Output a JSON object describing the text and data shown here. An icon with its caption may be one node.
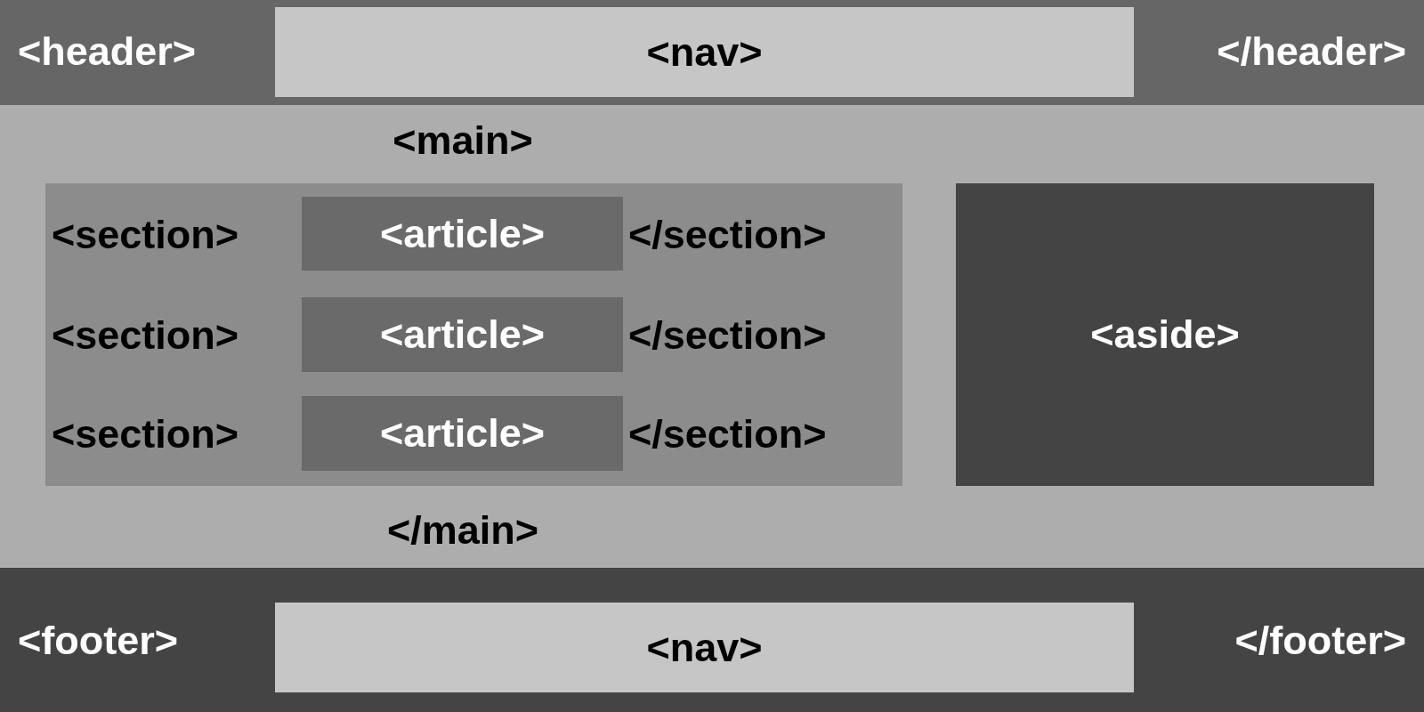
{
  "diagram": {
    "nodes": [
      {
        "text": [
          "<header>",
          "</header>"
        ]
      },
      {
        "text": [
          "<nav>"
        ],
        "in": 0
      },
      {
        "text": [
          "<main>",
          "</main>"
        ]
      },
      {
        "text": [
          "<section>",
          "</section>",
          "<section>",
          "</section>",
          "<section>",
          "</section>"
        ],
        "in": 2
      },
      {
        "text": [
          "<article>"
        ],
        "in": 3
      },
      {
        "text": [
          "<article>"
        ],
        "in": 3
      },
      {
        "text": [
          "<article>"
        ],
        "in": 3
      },
      {
        "text": [
          "<aside>"
        ],
        "in": 2
      },
      {
        "text": [
          "<footer>",
          "</footer>"
        ]
      },
      {
        "text": [
          "<nav>"
        ],
        "in": 8
      }
    ]
  }
}
